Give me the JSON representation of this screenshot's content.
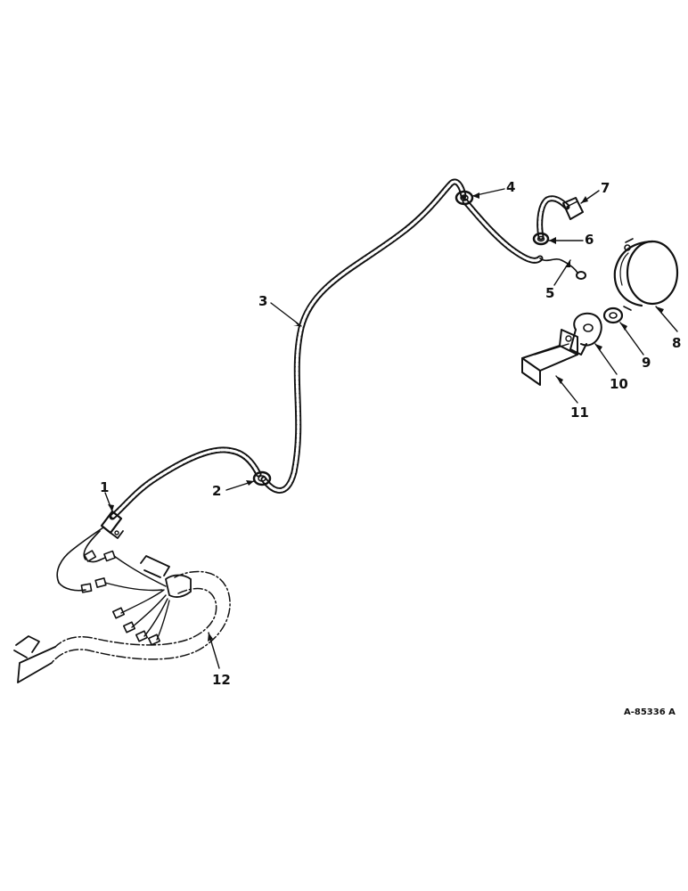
{
  "diagram": {
    "callouts": [
      "1",
      "2",
      "3",
      "4",
      "5",
      "6",
      "7",
      "8",
      "9",
      "10",
      "11",
      "12"
    ],
    "drawing_code": "A-85336 A"
  }
}
